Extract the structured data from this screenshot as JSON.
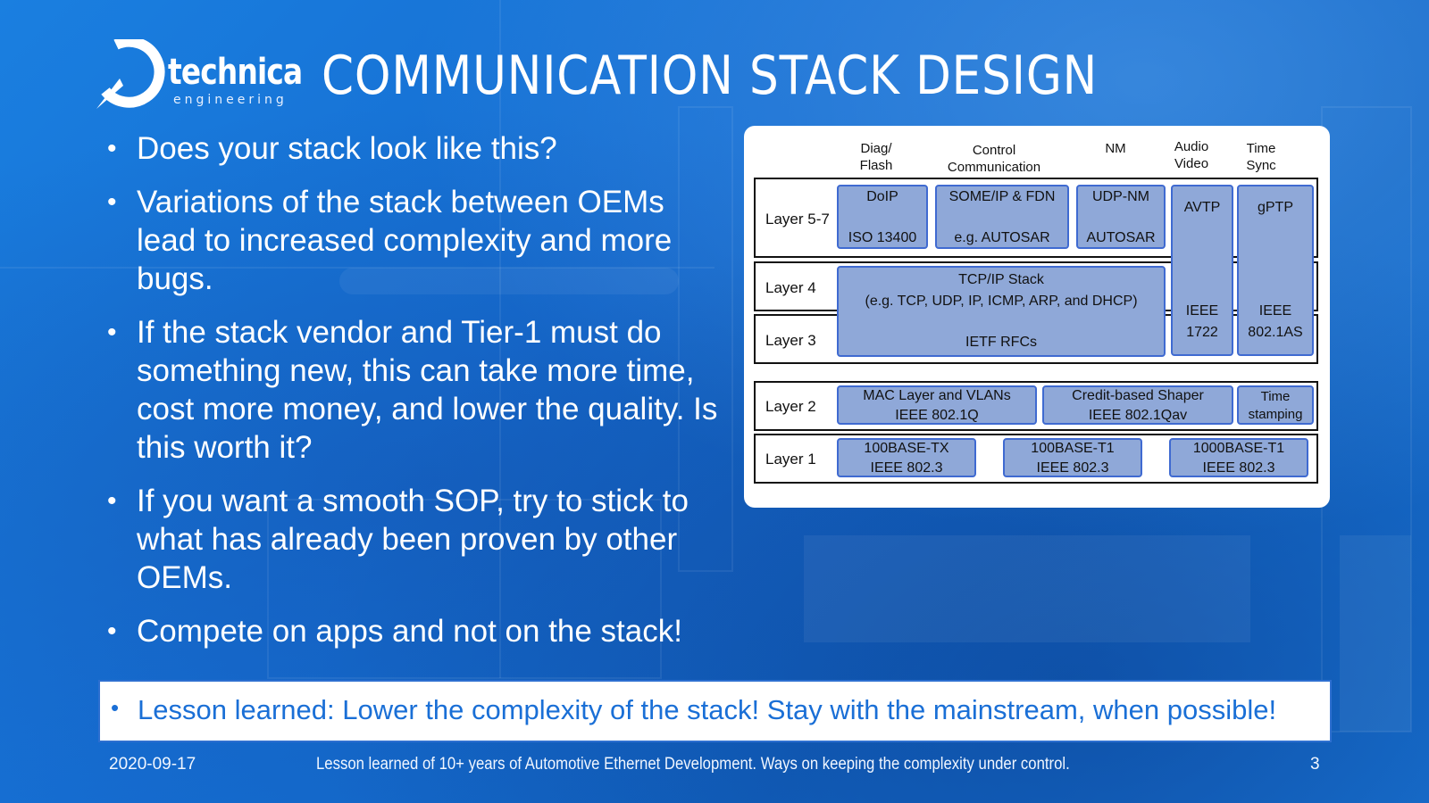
{
  "logo": {
    "word": "technica",
    "sub": "engineering"
  },
  "title": "COMMUNICATION STACK DESIGN",
  "bullets": [
    "Does your stack look like this?",
    "Variations of the stack between OEMs lead to increased complexity and more bugs.",
    "If the stack vendor and Tier-1 must do something new, this can take more time, cost more money, and lower the quality. Is this worth it?",
    "If you want a smooth SOP, try to stick to what has already been proven by other OEMs.",
    "Compete on apps and not on the stack!"
  ],
  "diagram": {
    "columns": {
      "diag": [
        "Diag/",
        "Flash"
      ],
      "control": [
        "Control",
        "Communication"
      ],
      "nm": "NM",
      "audio": [
        "Audio",
        "Video"
      ],
      "time": [
        "Time",
        "Sync"
      ]
    },
    "layers": {
      "l57": "Layer 5-7",
      "l4": "Layer 4",
      "l3": "Layer 3",
      "l2": "Layer 2",
      "l1": "Layer 1"
    },
    "blocks": {
      "doip": [
        "DoIP",
        "ISO 13400"
      ],
      "someip": [
        "SOME/IP & FDN",
        "e.g. AUTOSAR"
      ],
      "udpnm": [
        "UDP-NM",
        "AUTOSAR"
      ],
      "avtp": [
        "AVTP",
        "IEEE",
        "1722"
      ],
      "gptp": [
        "gPTP",
        "IEEE",
        "802.1AS"
      ],
      "tcpip": [
        "TCP/IP Stack",
        "(e.g. TCP, UDP, IP, ICMP, ARP, and DHCP)",
        "IETF RFCs"
      ],
      "mac": [
        "MAC Layer and VLANs",
        "IEEE 802.1Q"
      ],
      "cbs": [
        "Credit-based Shaper",
        "IEEE 802.1Qav"
      ],
      "ts": [
        "Time",
        "stamping"
      ],
      "tx": [
        "100BASE-TX",
        "IEEE 802.3"
      ],
      "t1": [
        "100BASE-T1",
        "IEEE 802.3"
      ],
      "gt1": [
        "1000BASE-T1",
        "IEEE 802.3"
      ]
    }
  },
  "lesson": "Lesson learned: Lower the complexity of the stack! Stay with the mainstream, when possible!",
  "footer": {
    "date": "2020-09-17",
    "center": "Lesson learned of 10+ years of Automotive Ethernet Development. Ways on keeping the complexity under control.",
    "page": "3"
  },
  "colors": {
    "background": "#1a7fe0",
    "block_fill": "#8fa8d8",
    "block_border": "#3f6ad1",
    "lesson_text": "#1a6fd6"
  }
}
